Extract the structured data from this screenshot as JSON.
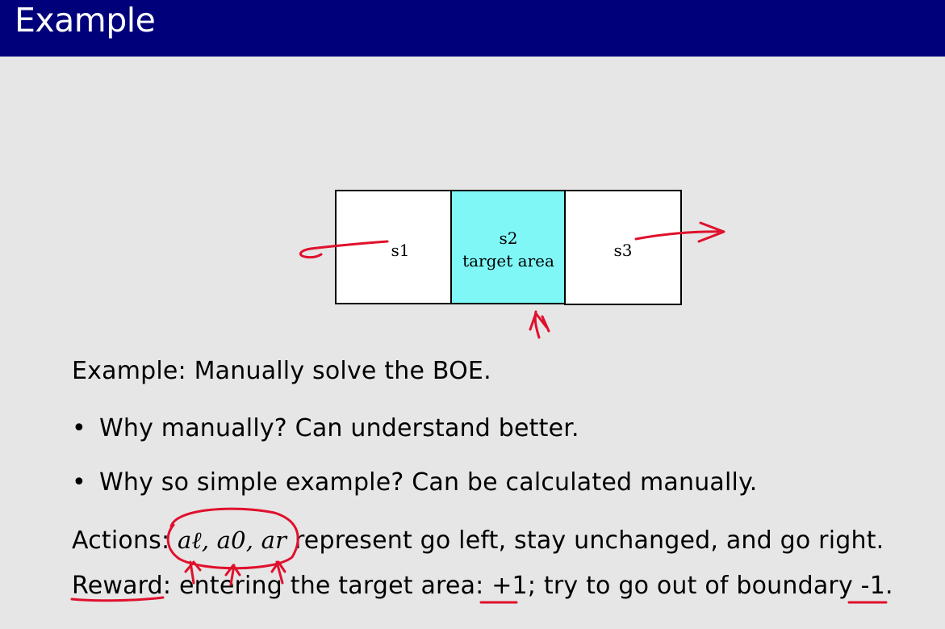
{
  "header": {
    "title": "Example"
  },
  "grid": {
    "cells": [
      {
        "label": "s1",
        "sublabel": "",
        "fill": "#ffffff"
      },
      {
        "label": "s2",
        "sublabel": "target area",
        "fill": "#7ff7f7"
      },
      {
        "label": "s3",
        "sublabel": "",
        "fill": "#ffffff"
      }
    ]
  },
  "body": {
    "intro": "Example:  Manually solve the BOE.",
    "bullets": [
      "Why manually?  Can understand better.",
      "Why so simple example?  Can be calculated manually."
    ],
    "actions": {
      "prefix": "Actions:",
      "symbols": "aℓ, a0, ar",
      "suffix": "represent go left, stay unchanged, and go right."
    },
    "reward": {
      "label": "Reward:",
      "text_a": "entering the target area:",
      "plus": "+1",
      "text_b": "; try to go out of boundary",
      "minus": "-1."
    }
  },
  "colors": {
    "title_bar": "#00007a",
    "target_cell": "#7ff7f7",
    "annotation_ink": "#e0102c"
  }
}
